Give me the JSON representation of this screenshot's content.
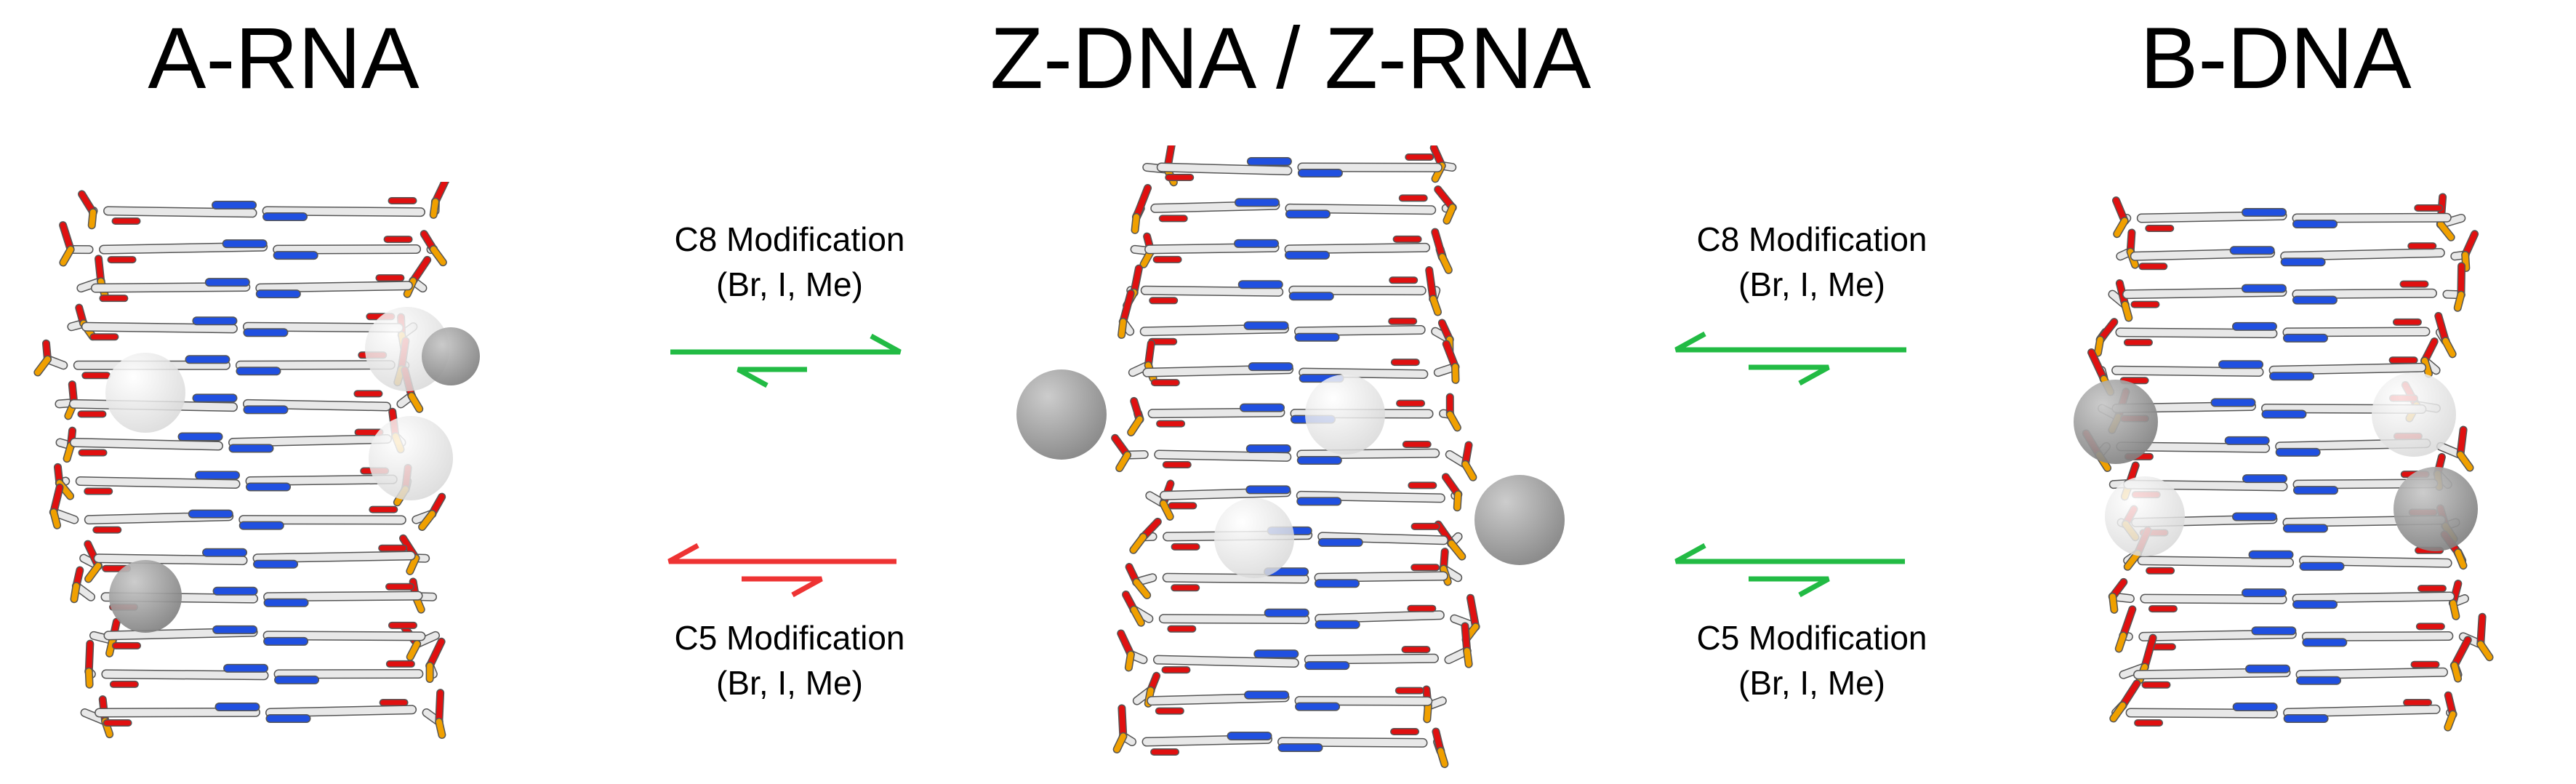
{
  "titles": {
    "a_rna": "A-RNA",
    "z_dna_rna": "Z-DNA / Z-RNA",
    "b_dna": "B-DNA"
  },
  "equilibria": {
    "left_top": {
      "line1": "C8 Modification",
      "line2": "(Br, I, Me)",
      "color": "#22bb44"
    },
    "left_bottom": {
      "line1": "C5 Modification",
      "line2": "(Br, I, Me)",
      "color": "#ee3333"
    },
    "right_top": {
      "line1": "C8 Modification",
      "line2": "(Br, I, Me)",
      "color": "#22bb44"
    },
    "right_bottom": {
      "line1": "C5 Modification",
      "line2": "(Br, I, Me)",
      "color": "#22bb44"
    }
  },
  "colors": {
    "backbone": "#e8e8e8",
    "oxygen": "#e01010",
    "phosphorus": "#f0a000",
    "nitrogen": "#2050e0",
    "sphere_dark": "#808080",
    "sphere_light": "#d8d8d8"
  }
}
